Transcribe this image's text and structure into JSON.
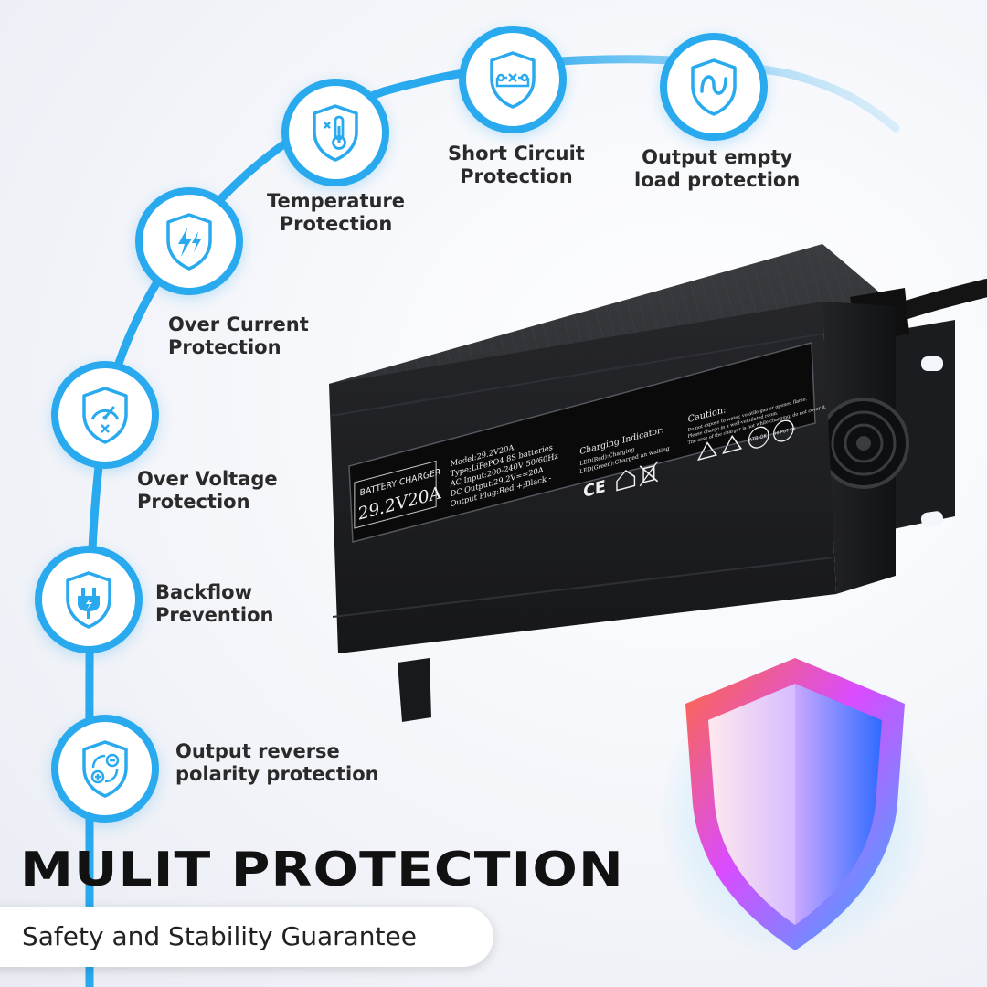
{
  "features": [
    {
      "icon": "power-plug-shield-icon",
      "label": "Backflow\nPrevention"
    },
    {
      "icon": "reverse-polarity-shield-icon",
      "label": "Output reverse\npolarity protection"
    },
    {
      "icon": "speedometer-shield-icon",
      "label": "Over Voltage\nProtection"
    },
    {
      "icon": "lightning-shield-icon",
      "label": "Over Current\nProtection"
    },
    {
      "icon": "thermometer-shield-icon",
      "label": "Temperature\nProtection"
    },
    {
      "icon": "short-circuit-shield-icon",
      "label": "Short Circuit\nProtection"
    },
    {
      "icon": "wave-shield-icon",
      "label": "Output empty\nload protection"
    }
  ],
  "charger": {
    "brand_label": "BATTERY CHARGER",
    "model_big": "29.2V20A",
    "spec_lines": [
      "Model:29.2V20A",
      "Type:LiFePO4 8S batteries",
      "AC Input:200-240V 50/60Hz",
      "DC Output:29.2V==20A",
      "Output Plug:Red +;Black -"
    ],
    "indicator_title": "Charging Indicator:",
    "indicator_lines": [
      "LED(Red):Charging",
      "LED(Green):Charged an waiting"
    ],
    "caution_title": "Caution:",
    "caution_lines": [
      "Do not expose to water, volatile gas or opened flame.",
      "Please charge in a well-ventilated room.",
      "The case of the charger is hot while charging, do not cover it."
    ],
    "cert_marks": [
      "CE"
    ],
    "badge_marks": [
      "ATB OK",
      "HI-POT OK"
    ]
  },
  "headline": "MULIT PROTECTION",
  "subline": "Safety and Stability Guarantee",
  "colors": {
    "accent": "#29a9ee",
    "headline": "#111111",
    "charger_body": "#1e1f22"
  }
}
